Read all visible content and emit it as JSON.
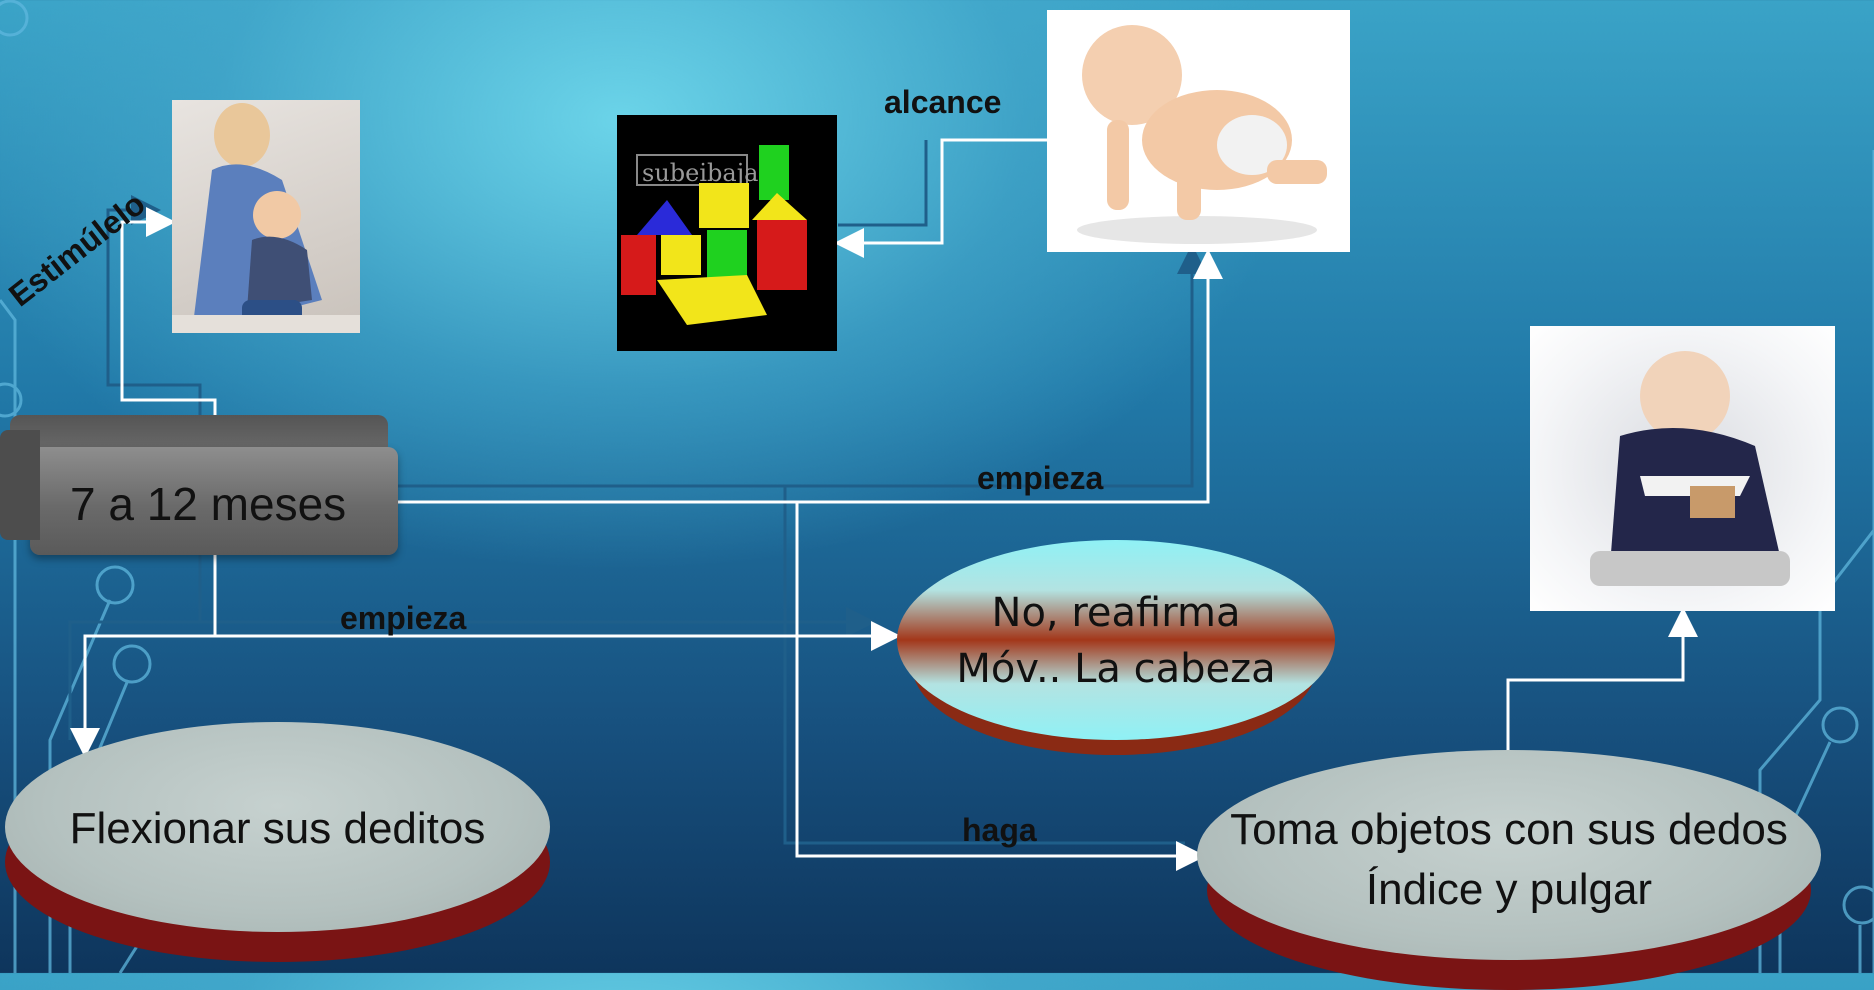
{
  "central_box": {
    "text": "7 a 12 meses"
  },
  "ovals": {
    "flexionar": {
      "text": "Flexionar sus deditos"
    },
    "reafirma": {
      "line1": "No, reafirma",
      "line2": "Móv.. La cabeza"
    },
    "toma": {
      "line1": "Toma objetos con sus dedos",
      "line2": "Índice y pulgar"
    }
  },
  "labels": {
    "estimulelo": "Estimúlelo",
    "alcance": "alcance",
    "empieza_top": "empieza",
    "empieza_left": "empieza",
    "haga": "haga"
  },
  "images": {
    "mother_baby": "mother-with-baby-photo",
    "toy_blocks": "toy-blocks-image",
    "crawling_baby": "crawling-baby-photo",
    "playing_baby": "baby-playing-with-block-photo"
  },
  "toy_blocks_caption": "subeibaja",
  "colors": {
    "oval_fill": "#b4c1bf",
    "oval_shadow": "#7a1414",
    "reafirma_top": "#8ff1f5",
    "reafirma_band": "#a3371a",
    "box_fill": "#707070",
    "connector": "#ffffff"
  }
}
